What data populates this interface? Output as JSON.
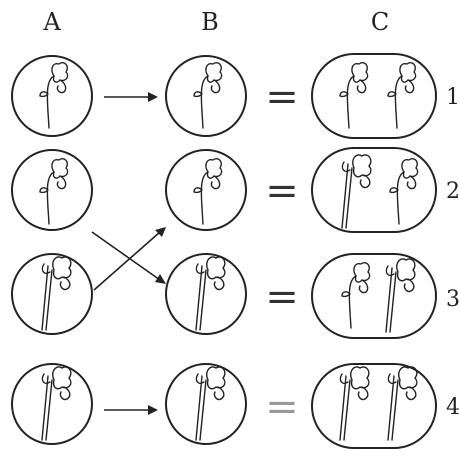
{
  "columns": [
    "A",
    "B",
    "C"
  ],
  "equals_sign": "=",
  "rows": [
    {
      "number": "1",
      "a": "short",
      "b": "short",
      "c": [
        "short",
        "short"
      ]
    },
    {
      "number": "2",
      "a": "short",
      "b": "short",
      "c": [
        "long",
        "short"
      ]
    },
    {
      "number": "3",
      "a": "long",
      "b": "long",
      "c": [
        "short",
        "long"
      ]
    },
    {
      "number": "4",
      "a": "long",
      "b": "long",
      "c": [
        "long",
        "long"
      ]
    }
  ],
  "icons": {
    "plant": "sweet-pea-plant-icon",
    "arrow": "arrow-icon"
  }
}
